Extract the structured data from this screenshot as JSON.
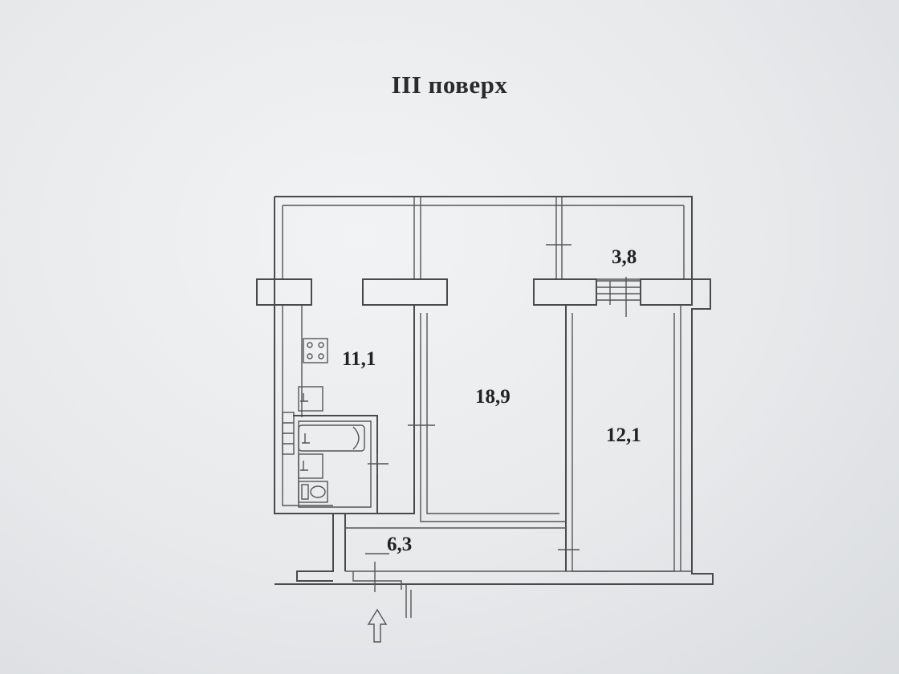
{
  "title": "III поверх",
  "rooms": [
    {
      "id": "balcony",
      "area": "3,8"
    },
    {
      "id": "kitchen",
      "area": "11,1"
    },
    {
      "id": "living-room",
      "area": "18,9"
    },
    {
      "id": "bedroom",
      "area": "12,1"
    },
    {
      "id": "hallway",
      "area": "6,3"
    }
  ]
}
